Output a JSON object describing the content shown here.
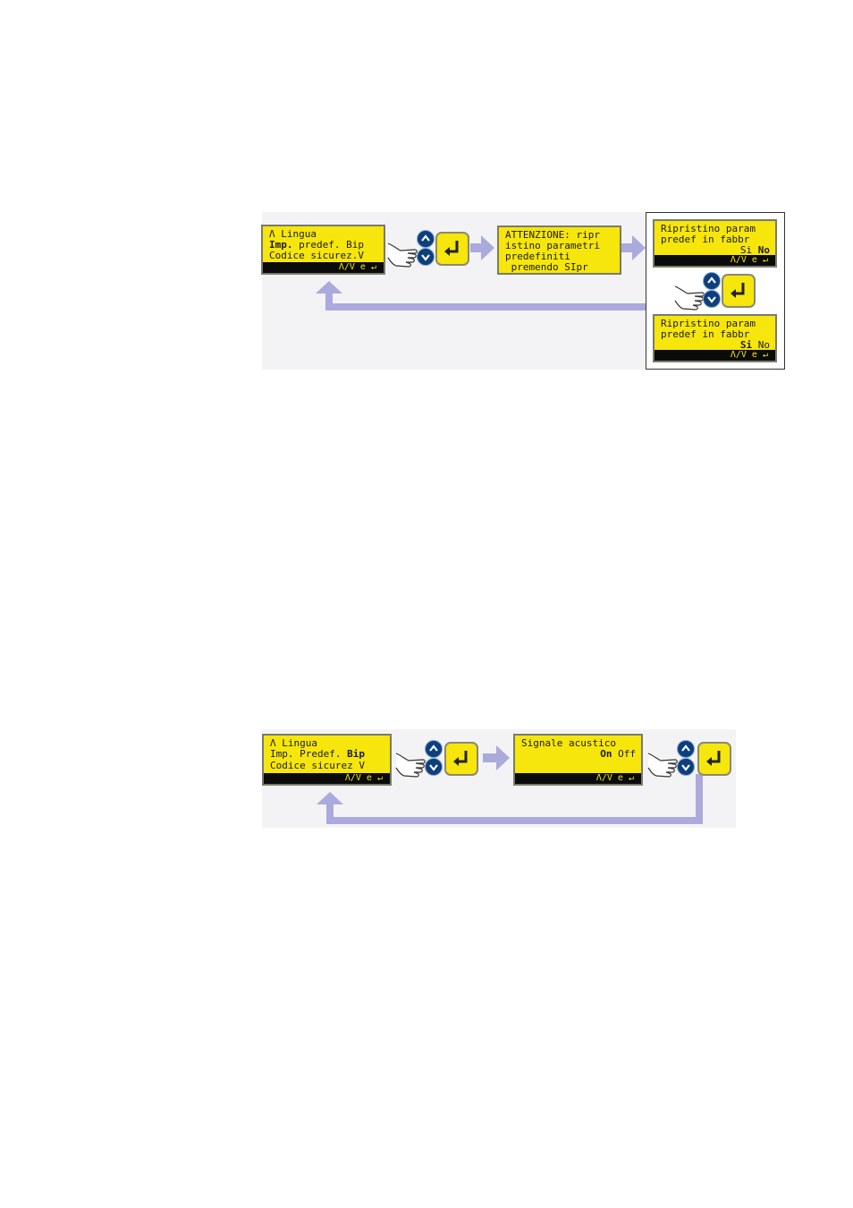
{
  "colors": {
    "lcd_yellow": "#f6e60b",
    "arrow_lavender": "#aaaadc",
    "button_blue": "#0d3f7d"
  },
  "icons": [
    "hand-pointer-icon",
    "up-arrow-button-icon",
    "down-arrow-button-icon",
    "enter-key-icon",
    "flow-arrow-icon"
  ],
  "diagram1": {
    "screen_menu": {
      "line1": "Λ Lingua",
      "line2_bold": "Imp.",
      "line2_rest": " predef. Bip",
      "line3": "Codice sicurez.V",
      "footer": "Λ/V e ↵"
    },
    "screen_warning": {
      "line1": "ATTENZIONE: ripr",
      "line2": "istino parametri",
      "line3": "predefiniti",
      "line4": " premendo SIpr"
    },
    "screen_confirm_no": {
      "line1": "Ripristino param",
      "line2": "predef in fabbr",
      "si": "Si",
      "no": "No",
      "selected": "No",
      "footer": "Λ/V e ↵"
    },
    "screen_confirm_si": {
      "line1": "Ripristino param",
      "line2": "predef in fabbr",
      "si": "Si",
      "no": "No",
      "selected": "Si",
      "footer": "Λ/V e ↵"
    }
  },
  "diagram2": {
    "screen_menu": {
      "line1": "Λ Lingua",
      "line2_rest": "Imp. Predef. ",
      "line2_bold": "Bip",
      "line3": "Codice sicurez V",
      "footer": "Λ/V e ↵"
    },
    "screen_beep": {
      "line1": "Signale acustico",
      "on": "On",
      "off": "Off",
      "selected": "On",
      "footer": "Λ/V e ↵"
    }
  }
}
